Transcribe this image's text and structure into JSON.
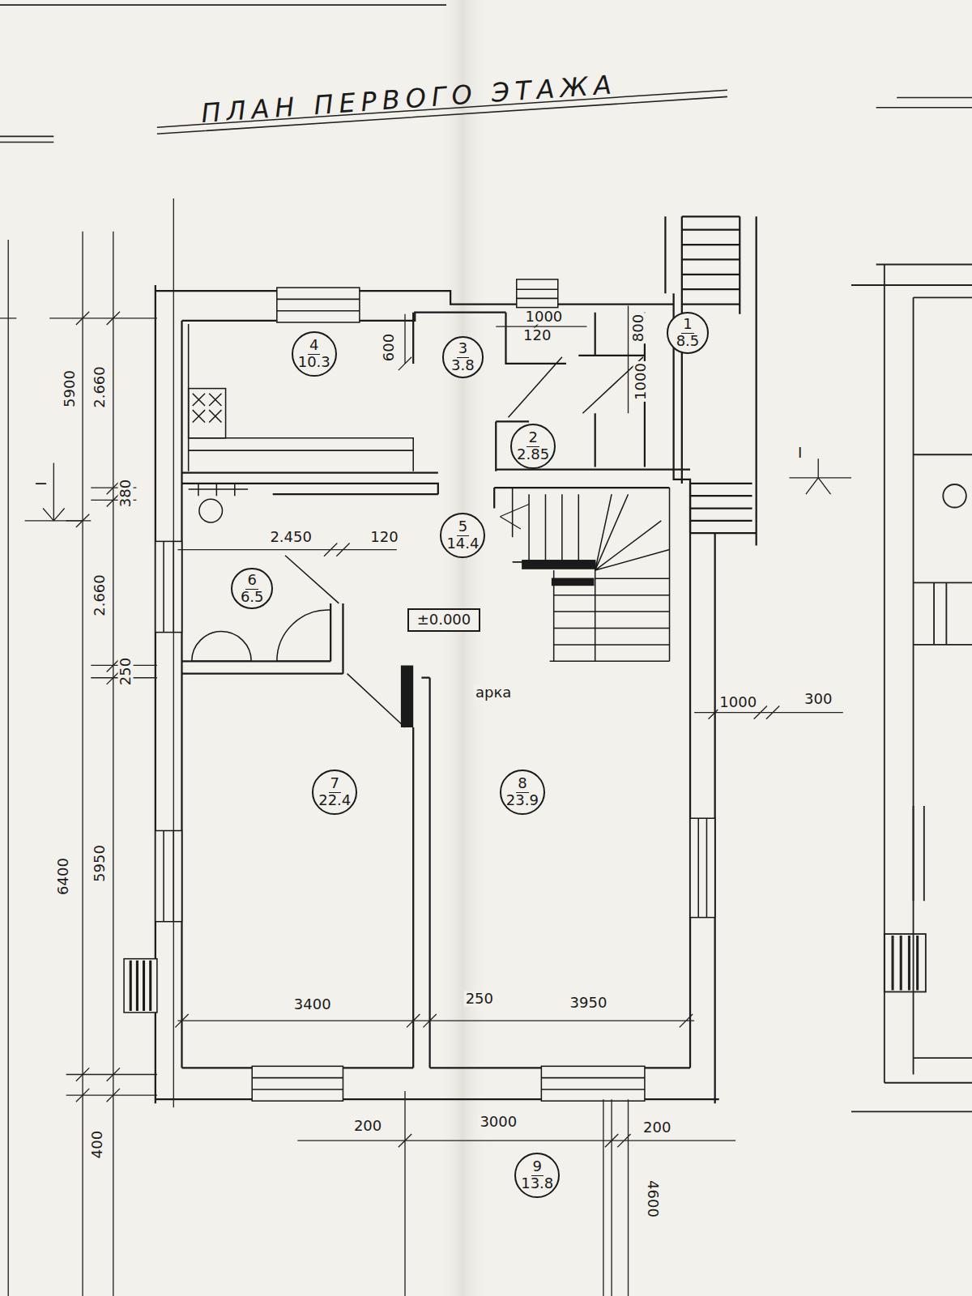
{
  "diagram": {
    "title": "ПЛАН ПЕРВОГО ЭТАЖА",
    "nodes": [
      {
        "text": [
          "4",
          "10.3"
        ]
      },
      {
        "text": [
          "3",
          "3.8"
        ]
      },
      {
        "text": [
          "1",
          "8.5"
        ]
      },
      {
        "text": [
          "2",
          "2.85"
        ]
      },
      {
        "text": [
          "5",
          "14.4"
        ]
      },
      {
        "text": [
          "6",
          "6.5"
        ]
      },
      {
        "text": [
          "±0.000"
        ]
      },
      {
        "text": [
          "7",
          "22.4"
        ]
      },
      {
        "text": [
          "8",
          "23.9"
        ]
      },
      {
        "text": [
          "9",
          "13.8"
        ]
      }
    ],
    "labels": [
      "5900",
      "2.660",
      "380",
      "2.660",
      "250",
      "6400",
      "5950",
      "400",
      "I",
      "600",
      "1000",
      "120",
      "800",
      "1000",
      "I",
      "2.450",
      "120",
      "арка",
      "1000",
      "300",
      "3400",
      "250",
      "3950",
      "200",
      "3000",
      "200",
      "4600"
    ]
  }
}
